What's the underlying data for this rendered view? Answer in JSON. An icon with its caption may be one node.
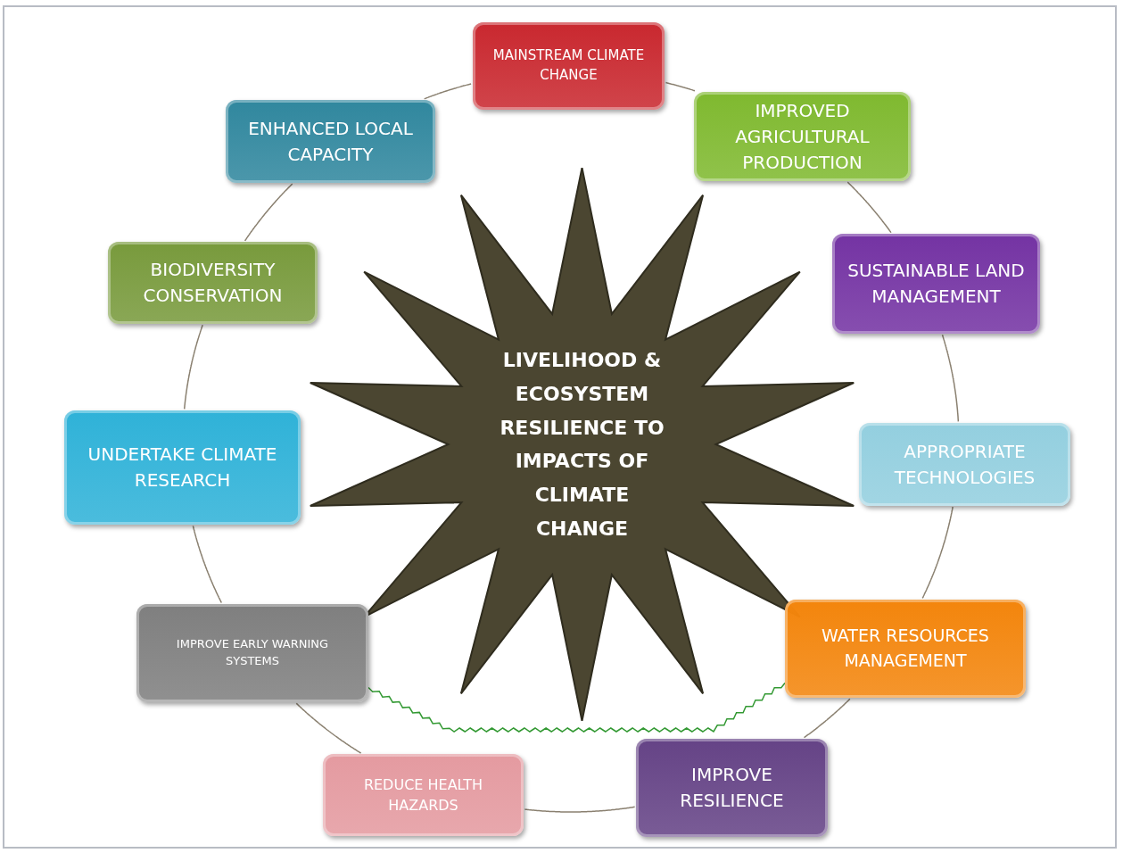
{
  "diagram": {
    "nodes": [
      {
        "text": [
          "LIVELIHOOD & ECOSYSTEM RESILIENCE TO IMPACTS OF CLIMATE CHANGE"
        ]
      },
      {
        "text": [
          "MAINSTREAM CLIMATE CHANGE"
        ]
      },
      {
        "text": [
          "IMPROVED AGRICULTURAL PRODUCTION"
        ]
      },
      {
        "text": [
          "SUSTAINABLE LAND MANAGEMENT"
        ]
      },
      {
        "text": [
          "APPROPRIATE TECHNOLOGIES"
        ]
      },
      {
        "text": [
          "WATER RESOURCES MANAGEMENT"
        ]
      },
      {
        "text": [
          "IMPROVE RESILIENCE"
        ]
      },
      {
        "text": [
          "REDUCE HEALTH HAZARDS"
        ]
      },
      {
        "text": [
          "IMPROVE EARLY WARNING SYSTEMS"
        ]
      },
      {
        "text": [
          "UNDERTAKE CLIMATE RESEARCH"
        ]
      },
      {
        "text": [
          "BIODIVERSITY CONSERVATION"
        ]
      },
      {
        "text": [
          "ENHANCED LOCAL CAPACITY"
        ]
      }
    ],
    "edges": [
      {
        "from": 1,
        "to": 2,
        "arrow": "none"
      },
      {
        "from": 2,
        "to": 3,
        "arrow": "none"
      },
      {
        "from": 3,
        "to": 4,
        "arrow": "none"
      },
      {
        "from": 4,
        "to": 5,
        "arrow": "none"
      },
      {
        "from": 5,
        "to": 6,
        "arrow": "none"
      },
      {
        "from": 6,
        "to": 7,
        "arrow": "none"
      },
      {
        "from": 7,
        "to": 8,
        "arrow": "none"
      },
      {
        "from": 8,
        "to": 9,
        "arrow": "none"
      },
      {
        "from": 9,
        "to": 10,
        "arrow": "none"
      },
      {
        "from": 10,
        "to": 11,
        "arrow": "none"
      },
      {
        "from": 11,
        "to": 1,
        "arrow": "none"
      },
      {
        "from": 8,
        "to": 5,
        "arrow": "none",
        "color": "#339933"
      }
    ]
  }
}
